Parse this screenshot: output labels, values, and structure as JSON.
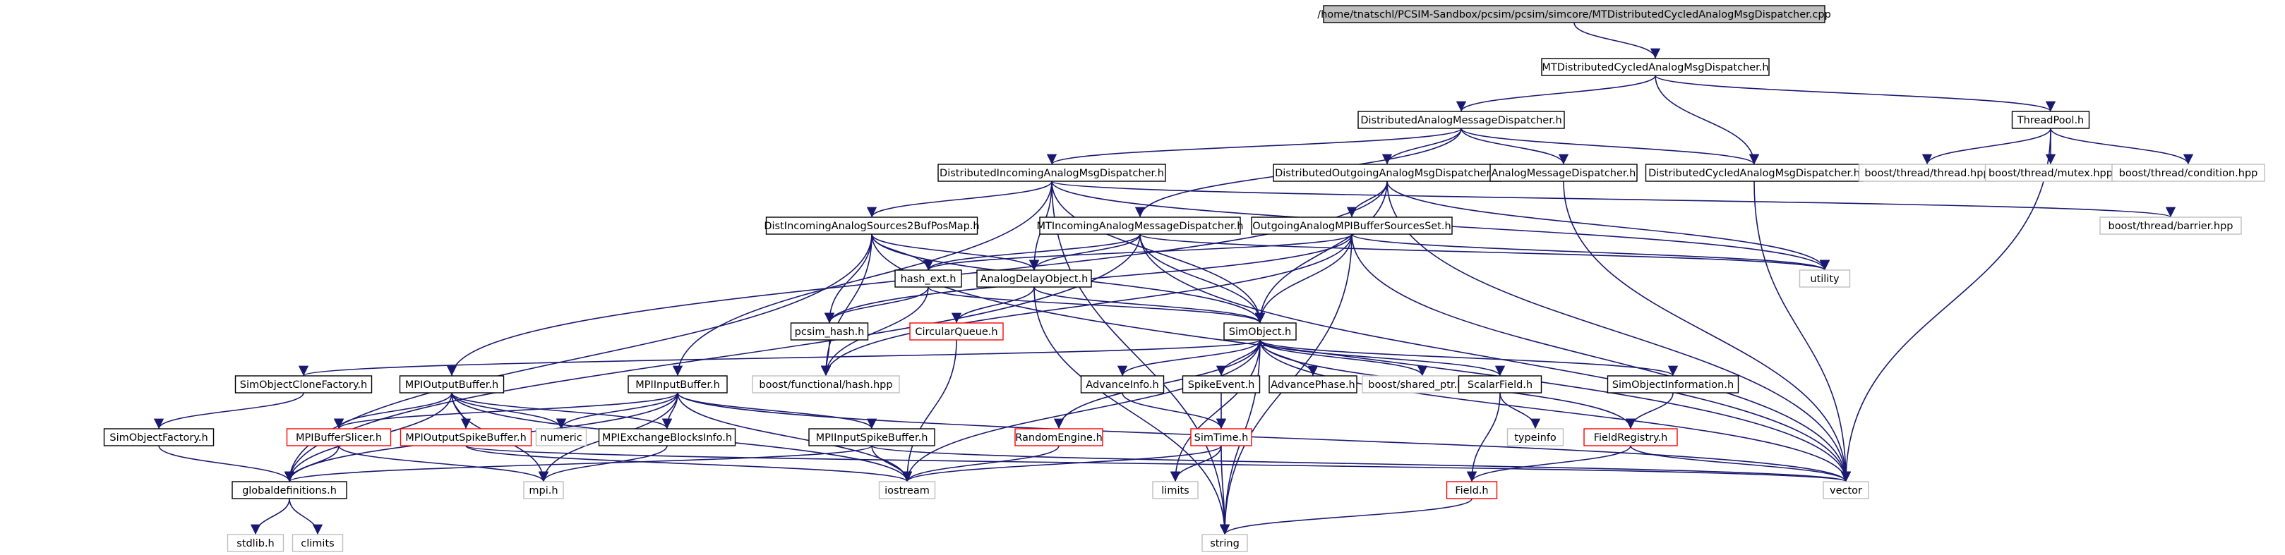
{
  "nodes": [
    {
      "id": "root",
      "label": "/home/tnatschl/PCSIM-Sandbox/pcsim/pcsim/simcore/MTDistributedCycledAnalogMsgDispatcher.cpp",
      "style": "root"
    },
    {
      "id": "mtdcad",
      "label": "MTDistributedCycledAnalogMsgDispatcher.h",
      "style": "normal"
    },
    {
      "id": "dam",
      "label": "DistributedAnalogMessageDispatcher.h",
      "style": "normal"
    },
    {
      "id": "tp",
      "label": "ThreadPool.h",
      "style": "normal"
    },
    {
      "id": "diamd",
      "label": "DistributedIncomingAnalogMsgDispatcher.h",
      "style": "normal"
    },
    {
      "id": "doamd",
      "label": "DistributedOutgoingAnalogMsgDispatcher.h",
      "style": "normal"
    },
    {
      "id": "amd",
      "label": "AnalogMessageDispatcher.h",
      "style": "normal"
    },
    {
      "id": "dcamd",
      "label": "DistributedCycledAnalogMsgDispatcher.h",
      "style": "normal"
    },
    {
      "id": "bthread",
      "label": "boost/thread/thread.hpp",
      "style": "external"
    },
    {
      "id": "bmutex",
      "label": "boost/thread/mutex.hpp",
      "style": "external"
    },
    {
      "id": "bcond",
      "label": "boost/thread/condition.hpp",
      "style": "external"
    },
    {
      "id": "bbarrier",
      "label": "boost/thread/barrier.hpp",
      "style": "external"
    },
    {
      "id": "dias2b",
      "label": "DistIncomingAnalogSources2BufPosMap.h",
      "style": "normal"
    },
    {
      "id": "mtiamd",
      "label": "MTIncomingAnalogMessageDispatcher.h",
      "style": "normal"
    },
    {
      "id": "oampi",
      "label": "OutgoingAnalogMPIBufferSourcesSet.h",
      "style": "normal"
    },
    {
      "id": "utility",
      "label": "utility",
      "style": "external"
    },
    {
      "id": "hashext",
      "label": "hash_ext.h",
      "style": "normal"
    },
    {
      "id": "ado",
      "label": "AnalogDelayObject.h",
      "style": "normal"
    },
    {
      "id": "pcsimhash",
      "label": "pcsim_hash.h",
      "style": "normal"
    },
    {
      "id": "cq",
      "label": "CircularQueue.h",
      "style": "missing"
    },
    {
      "id": "simobj",
      "label": "SimObject.h",
      "style": "normal"
    },
    {
      "id": "bfhash",
      "label": "boost/functional/hash.hpp",
      "style": "external"
    },
    {
      "id": "socf",
      "label": "SimObjectCloneFactory.h",
      "style": "normal"
    },
    {
      "id": "mpiout",
      "label": "MPIOutputBuffer.h",
      "style": "normal"
    },
    {
      "id": "mpiin",
      "label": "MPIInputBuffer.h",
      "style": "normal"
    },
    {
      "id": "advinfo",
      "label": "AdvanceInfo.h",
      "style": "normal"
    },
    {
      "id": "spike",
      "label": "SpikeEvent.h",
      "style": "normal"
    },
    {
      "id": "advphase",
      "label": "AdvancePhase.h",
      "style": "normal"
    },
    {
      "id": "bsp",
      "label": "boost/shared_ptr.hpp",
      "style": "external"
    },
    {
      "id": "scalar",
      "label": "ScalarField.h",
      "style": "normal"
    },
    {
      "id": "soinfo",
      "label": "SimObjectInformation.h",
      "style": "normal"
    },
    {
      "id": "sof",
      "label": "SimObjectFactory.h",
      "style": "normal"
    },
    {
      "id": "mpibs",
      "label": "MPIBufferSlicer.h",
      "style": "missing"
    },
    {
      "id": "mpiosb",
      "label": "MPIOutputSpikeBuffer.h",
      "style": "missing"
    },
    {
      "id": "numeric",
      "label": "numeric",
      "style": "external"
    },
    {
      "id": "mpiex",
      "label": "MPIExchangeBlocksInfo.h",
      "style": "normal"
    },
    {
      "id": "mpiisb",
      "label": "MPIInputSpikeBuffer.h",
      "style": "normal"
    },
    {
      "id": "rng",
      "label": "RandomEngine.h",
      "style": "missing"
    },
    {
      "id": "simtime",
      "label": "SimTime.h",
      "style": "missing"
    },
    {
      "id": "typeinfo",
      "label": "typeinfo",
      "style": "external"
    },
    {
      "id": "fieldreg",
      "label": "FieldRegistry.h",
      "style": "missing"
    },
    {
      "id": "globdef",
      "label": "globaldefinitions.h",
      "style": "normal"
    },
    {
      "id": "mpih",
      "label": "mpi.h",
      "style": "external"
    },
    {
      "id": "iostream",
      "label": "iostream",
      "style": "external"
    },
    {
      "id": "limits",
      "label": "limits",
      "style": "external"
    },
    {
      "id": "field",
      "label": "Field.h",
      "style": "missing"
    },
    {
      "id": "vector",
      "label": "vector",
      "style": "external"
    },
    {
      "id": "stdlib",
      "label": "stdlib.h",
      "style": "external"
    },
    {
      "id": "climits",
      "label": "climits",
      "style": "external"
    },
    {
      "id": "string",
      "label": "string",
      "style": "external"
    }
  ],
  "edges": [
    [
      "root",
      "mtdcad"
    ],
    [
      "mtdcad",
      "dam"
    ],
    [
      "mtdcad",
      "tp"
    ],
    [
      "mtdcad",
      "dcamd"
    ],
    [
      "dam",
      "diamd"
    ],
    [
      "dam",
      "doamd"
    ],
    [
      "dam",
      "amd"
    ],
    [
      "dam",
      "dcamd"
    ],
    [
      "dam",
      "mtiamd"
    ],
    [
      "tp",
      "bthread"
    ],
    [
      "tp",
      "bmutex"
    ],
    [
      "tp",
      "bcond"
    ],
    [
      "tp",
      "vector"
    ],
    [
      "diamd",
      "dias2b"
    ],
    [
      "diamd",
      "ado"
    ],
    [
      "diamd",
      "simobj"
    ],
    [
      "diamd",
      "mpiin"
    ],
    [
      "diamd",
      "utility"
    ],
    [
      "diamd",
      "string"
    ],
    [
      "diamd",
      "bbarrier"
    ],
    [
      "doamd",
      "oampi"
    ],
    [
      "doamd",
      "mpiout"
    ],
    [
      "doamd",
      "utility"
    ],
    [
      "doamd",
      "simobj"
    ],
    [
      "doamd",
      "vector"
    ],
    [
      "amd",
      "vector"
    ],
    [
      "dcamd",
      "vector"
    ],
    [
      "dias2b",
      "hashext"
    ],
    [
      "dias2b",
      "pcsimhash"
    ],
    [
      "dias2b",
      "ado"
    ],
    [
      "dias2b",
      "simobj"
    ],
    [
      "dias2b",
      "bfhash"
    ],
    [
      "dias2b",
      "globdef"
    ],
    [
      "dias2b",
      "vector"
    ],
    [
      "mtiamd",
      "hashext"
    ],
    [
      "mtiamd",
      "ado"
    ],
    [
      "mtiamd",
      "simobj"
    ],
    [
      "mtiamd",
      "utility"
    ],
    [
      "mtiamd",
      "vector"
    ],
    [
      "mtiamd",
      "globdef"
    ],
    [
      "oampi",
      "hashext"
    ],
    [
      "oampi",
      "pcsimhash"
    ],
    [
      "oampi",
      "simobj"
    ],
    [
      "oampi",
      "utility"
    ],
    [
      "oampi",
      "bfhash"
    ],
    [
      "oampi",
      "string"
    ],
    [
      "oampi",
      "vector"
    ],
    [
      "hashext",
      "pcsimhash"
    ],
    [
      "hashext",
      "simobj"
    ],
    [
      "hashext",
      "bfhash"
    ],
    [
      "ado",
      "cq"
    ],
    [
      "ado",
      "simobj"
    ],
    [
      "ado",
      "string"
    ],
    [
      "pcsimhash",
      "bfhash"
    ],
    [
      "cq",
      "iostream"
    ],
    [
      "simobj",
      "socf"
    ],
    [
      "simobj",
      "advinfo"
    ],
    [
      "simobj",
      "spike"
    ],
    [
      "simobj",
      "advphase"
    ],
    [
      "simobj",
      "bsp"
    ],
    [
      "simobj",
      "scalar"
    ],
    [
      "simobj",
      "soinfo"
    ],
    [
      "simobj",
      "fieldreg"
    ],
    [
      "simobj",
      "iostream"
    ],
    [
      "simobj",
      "string"
    ],
    [
      "simobj",
      "vector"
    ],
    [
      "simobj",
      "limits"
    ],
    [
      "simobj",
      "rng"
    ],
    [
      "socf",
      "sof"
    ],
    [
      "sof",
      "globdef"
    ],
    [
      "mpiout",
      "mpibs"
    ],
    [
      "mpiout",
      "mpiosb"
    ],
    [
      "mpiout",
      "numeric"
    ],
    [
      "mpiout",
      "mpiex"
    ],
    [
      "mpiout",
      "globdef"
    ],
    [
      "mpiout",
      "mpih"
    ],
    [
      "mpiout",
      "iostream"
    ],
    [
      "mpiin",
      "mpibs"
    ],
    [
      "mpiin",
      "numeric"
    ],
    [
      "mpiin",
      "mpiex"
    ],
    [
      "mpiin",
      "mpiisb"
    ],
    [
      "mpiin",
      "globdef"
    ],
    [
      "mpiin",
      "mpih"
    ],
    [
      "mpiin",
      "iostream"
    ],
    [
      "mpiin",
      "vector"
    ],
    [
      "mpibs",
      "globdef"
    ],
    [
      "mpibs",
      "mpih"
    ],
    [
      "mpiosb",
      "iostream"
    ],
    [
      "mpiosb",
      "vector"
    ],
    [
      "mpiex",
      "mpih"
    ],
    [
      "mpiisb",
      "globdef"
    ],
    [
      "mpiisb",
      "iostream"
    ],
    [
      "mpiisb",
      "vector"
    ],
    [
      "advinfo",
      "simtime"
    ],
    [
      "spike",
      "simtime"
    ],
    [
      "rng",
      "iostream"
    ],
    [
      "simtime",
      "iostream"
    ],
    [
      "simtime",
      "limits"
    ],
    [
      "simtime",
      "string"
    ],
    [
      "scalar",
      "typeinfo"
    ],
    [
      "scalar",
      "field"
    ],
    [
      "soinfo",
      "fieldreg"
    ],
    [
      "fieldreg",
      "field"
    ],
    [
      "fieldreg",
      "vector"
    ],
    [
      "field",
      "string"
    ],
    [
      "globdef",
      "stdlib"
    ],
    [
      "globdef",
      "climits"
    ]
  ],
  "colors": {
    "edge": "#191970",
    "root_fill": "#bfbfbf",
    "missing_border": "#ff0000",
    "normal_border": "#000000",
    "external_border": "#bfbfbf",
    "external_text": "#000000"
  }
}
